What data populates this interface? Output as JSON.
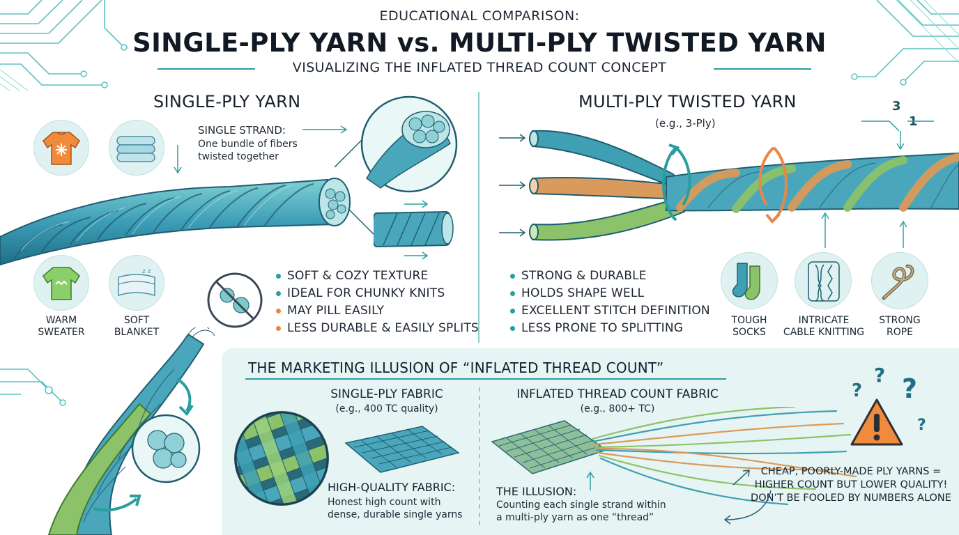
{
  "header": {
    "kicker": "EDUCATIONAL COMPARISON:",
    "title": "SINGLE-PLY YARN vs. MULTI-PLY TWISTED YARN",
    "subtitle": "VISUALIZING THE INFLATED THREAD COUNT CONCEPT"
  },
  "single_ply": {
    "heading": "SINGLE-PLY YARN",
    "strand_label": "SINGLE STRAND:",
    "strand_desc_1": "One bundle of fibers",
    "strand_desc_2": "twisted together",
    "uses": [
      {
        "line1": "WARM",
        "line2": "SWEATER"
      },
      {
        "line1": "SOFT",
        "line2": "BLANKET"
      }
    ],
    "traits": [
      "SOFT & COZY TEXTURE",
      "IDEAL FOR CHUNKY KNITS",
      "MAY PILL EASILY",
      "LESS DURABLE & EASILY SPLITS"
    ],
    "trait_colors": [
      "#2aa8a0",
      "#2aa8a0",
      "#e8874a",
      "#e8874a"
    ]
  },
  "multi_ply": {
    "heading": "MULTI-PLY TWISTED YARN",
    "example": "(e.g., 3-Ply)",
    "ply_numbers": [
      "3",
      "1"
    ],
    "uses": [
      {
        "line1": "TOUGH",
        "line2": "SOCKS"
      },
      {
        "line1": "INTRICATE",
        "line2": "CABLE KNITTING"
      },
      {
        "line1": "STRONG",
        "line2": "ROPE"
      }
    ],
    "traits": [
      "STRONG & DURABLE",
      "HOLDS SHAPE WELL",
      "EXCELLENT STITCH DEFINITION",
      "LESS PRONE TO SPLITTING"
    ],
    "strand_colors": [
      "#3f9fb3",
      "#d99a5b",
      "#8cc26a"
    ]
  },
  "illusion": {
    "title": "THE MARKETING ILLUSION OF “INFLATED THREAD COUNT”",
    "single_fabric_title": "SINGLE-PLY FABRIC",
    "single_fabric_example": "(e.g., 400 TC quality)",
    "single_fabric_label": "HIGH-QUALITY FABRIC:",
    "single_fabric_desc_1": "Honest high count with",
    "single_fabric_desc_2": "dense, durable single yarns",
    "inflated_title": "INFLATED THREAD COUNT FABRIC",
    "inflated_example": "(e.g., 800+ TC)",
    "illusion_label": "THE ILLUSION:",
    "illusion_desc_1": "Counting each single strand within",
    "illusion_desc_2": "a multi-ply yarn as one “thread”",
    "warning_1": "CHEAP, POORLY-MADE PLY YARNS =",
    "warning_2": "HIGHER COUNT BUT LOWER QUALITY!",
    "warning_3": "DON’T BE FOOLED BY NUMBERS ALONE",
    "question_marks": [
      "?",
      "?",
      "?",
      "?"
    ]
  },
  "colors": {
    "teal": "#2a9d9f",
    "teal_dark": "#1f6f86",
    "orange": "#e8874a",
    "green": "#7cbf5c",
    "panel_bg": "#e6f4f4"
  }
}
